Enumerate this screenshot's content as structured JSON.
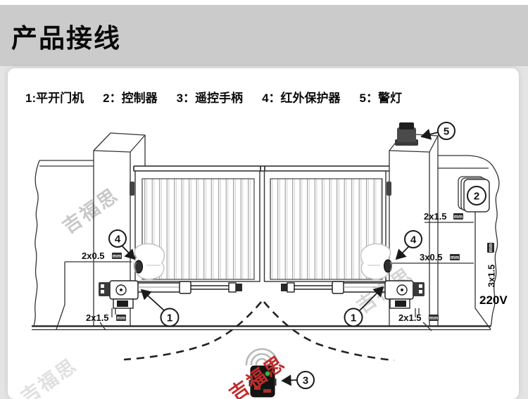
{
  "header": {
    "title": "产品接线",
    "band_color": "#cbcbcb",
    "text_color": "#0a0a0a"
  },
  "legend": {
    "items": [
      {
        "text": "1:平开门机"
      },
      {
        "text": "2：控制器"
      },
      {
        "text": "3：遥控手柄"
      },
      {
        "text": "4：红外保护器"
      },
      {
        "text": "5：警灯"
      }
    ]
  },
  "diagram": {
    "callouts": {
      "c1": "1",
      "c2": "2",
      "c3": "3",
      "c4": "4",
      "c5": "5"
    },
    "wire_labels": {
      "left_ir": {
        "value": "2x0.5",
        "unit": "mm"
      },
      "left_motor": {
        "value": "2x1.5",
        "unit": "mm"
      },
      "right_top": {
        "value": "2x1.5",
        "unit": "mm"
      },
      "right_ir": {
        "value": "3x0.5",
        "unit": "mm"
      },
      "right_motor": {
        "value": "2x1.5",
        "unit": "mm"
      },
      "right_vertical": {
        "value": "3x1.5",
        "unit": "mm"
      }
    },
    "power_label": "220V",
    "watermark": {
      "text": "吉福思",
      "gray_color": "#cccccc",
      "red_color": "#c22b2b"
    },
    "remote_button_color": "#37b54a"
  }
}
